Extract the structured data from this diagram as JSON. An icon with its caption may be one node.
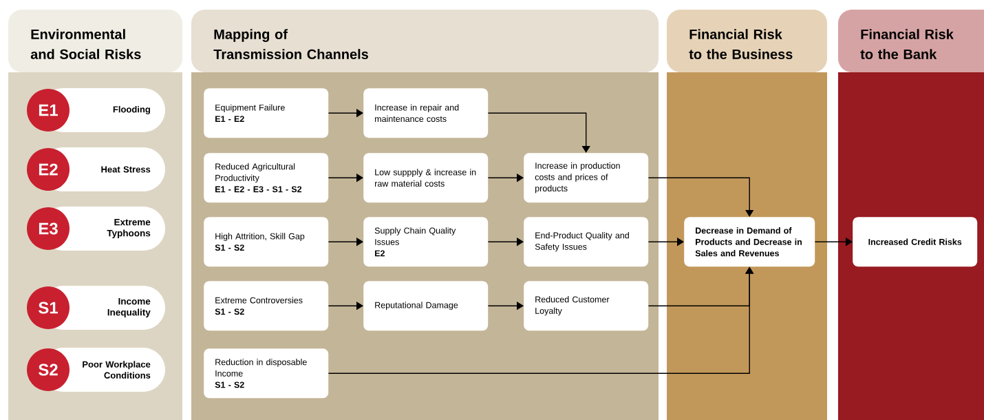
{
  "diagram": {
    "nodes": [
      {
        "text": [
          "Environmental and Social Risks"
        ]
      },
      {
        "text": [
          "Mapping of Transmission Channels"
        ]
      },
      {
        "text": [
          "Financial Risk to the Business"
        ]
      },
      {
        "text": [
          "Financial Risk to the Bank"
        ]
      },
      {
        "text": [
          "E1",
          "Flooding"
        ],
        "in": 0
      },
      {
        "text": [
          "E2",
          "Heat Stress"
        ],
        "in": 0
      },
      {
        "text": [
          "E3",
          "Extreme Typhoons"
        ],
        "in": 0
      },
      {
        "text": [
          "S1",
          "Income Inequality"
        ],
        "in": 0
      },
      {
        "text": [
          "S2",
          "Poor Workplace Conditions"
        ],
        "in": 0
      },
      {
        "text": [
          "Equipment Failure",
          "E1 - E2"
        ],
        "in": 1
      },
      {
        "text": [
          "Increase in repair and maintenance costs"
        ],
        "in": 1
      },
      {
        "text": [
          "Reduced Agricultural Productivity",
          "E1 - E2 - E3 - S1 - S2"
        ],
        "in": 1
      },
      {
        "text": [
          "Low suppply & increase in raw material costs"
        ],
        "in": 1
      },
      {
        "text": [
          "Increase in production costs and prices of products"
        ],
        "in": 1
      },
      {
        "text": [
          "High Attrition, Skill Gap",
          "S1 - S2"
        ],
        "in": 1
      },
      {
        "text": [
          "Supply Chain Quality Issues",
          "E2"
        ],
        "in": 1
      },
      {
        "text": [
          "End-Product Quality and Safety Issues"
        ],
        "in": 1
      },
      {
        "text": [
          "Extreme Controversies",
          "S1 - S2"
        ],
        "in": 1
      },
      {
        "text": [
          "Reputational Damage"
        ],
        "in": 1
      },
      {
        "text": [
          "Reduced Customer Loyalty"
        ],
        "in": 1
      },
      {
        "text": [
          "Reduction in disposable Income",
          "S1 - S2"
        ],
        "in": 1
      },
      {
        "text": [
          "Decrease in Demand of Products and Decrease in Sales and Revenues"
        ],
        "in": 2
      },
      {
        "text": [
          "Increased Credit Risks"
        ],
        "in": 3
      }
    ],
    "edges": [
      {
        "from": 9,
        "to": 10,
        "arrow": "to"
      },
      {
        "from": 10,
        "to": 13,
        "arrow": "to"
      },
      {
        "from": 11,
        "to": 12,
        "arrow": "to"
      },
      {
        "from": 12,
        "to": 13,
        "arrow": "to"
      },
      {
        "from": 13,
        "to": 21,
        "arrow": "to"
      },
      {
        "from": 14,
        "to": 15,
        "arrow": "to"
      },
      {
        "from": 15,
        "to": 16,
        "arrow": "to"
      },
      {
        "from": 16,
        "to": 21,
        "arrow": "to"
      },
      {
        "from": 17,
        "to": 18,
        "arrow": "to"
      },
      {
        "from": 18,
        "to": 19,
        "arrow": "to"
      },
      {
        "from": 19,
        "to": 21,
        "arrow": "to"
      },
      {
        "from": 20,
        "to": 21,
        "arrow": "to"
      },
      {
        "from": 21,
        "to": 22,
        "arrow": "to"
      }
    ]
  }
}
